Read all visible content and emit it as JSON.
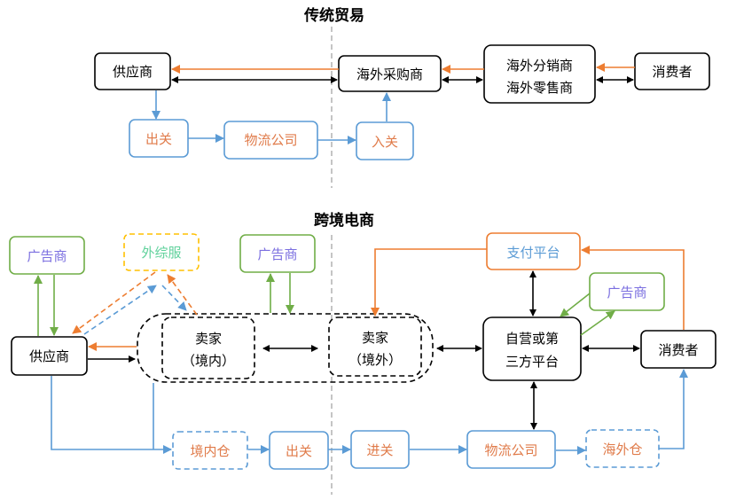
{
  "colors": {
    "black": "#000000",
    "orange": "#ED7D31",
    "blue": "#5B9BD5",
    "green": "#70AD47",
    "yellow": "#FFC000",
    "gray": "#A6A6A6",
    "text_orange": "#E07B4A",
    "text_purple": "#7B6FE0",
    "text_teal": "#5FD19B",
    "text_blue": "#5B9BD5"
  },
  "traditional": {
    "title": "传统贸易",
    "supplier": "供应商",
    "overseas_buyer": "海外采购商",
    "distributor_line1": "海外分销商",
    "distributor_line2": "海外零售商",
    "consumer": "消费者",
    "customs_out": "出关",
    "logistics": "物流公司",
    "customs_in": "入关"
  },
  "crossborder": {
    "title": "跨境电商",
    "advertiser_left": "广告商",
    "foreign_trade_service": "外综服",
    "advertiser_mid": "广告商",
    "payment_platform": "支付平台",
    "advertiser_right": "广告商",
    "supplier": "供应商",
    "seller_domestic_line1": "卖家",
    "seller_domestic_line2": "（境内）",
    "seller_overseas_line1": "卖家",
    "seller_overseas_line2": "（境外）",
    "platform_line1": "自营或第",
    "platform_line2": "三方平台",
    "consumer": "消费者",
    "domestic_warehouse": "境内仓",
    "customs_out": "出关",
    "customs_in": "进关",
    "logistics": "物流公司",
    "overseas_warehouse": "海外仓"
  }
}
